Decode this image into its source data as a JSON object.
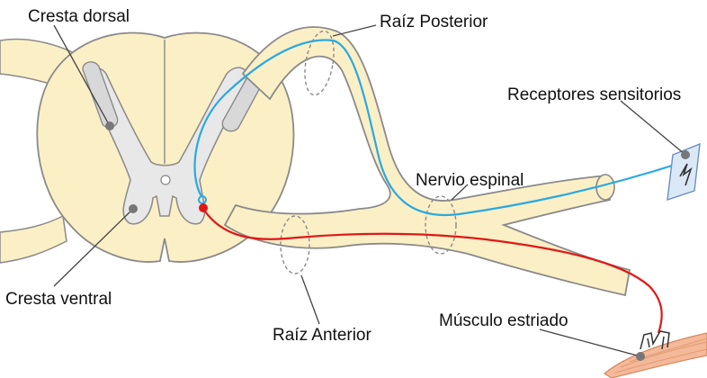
{
  "labels": {
    "dorsal_crest": "Cresta dorsal",
    "ventral_crest": "Cresta ventral",
    "posterior_root": "Raíz Posterior",
    "anterior_root": "Raíz Anterior",
    "spinal_nerve": "Nervio espinal",
    "sensory_receptors": "Receptores sensitorios",
    "striated_muscle": "Músculo estriado"
  },
  "colors": {
    "cord_fill": "#fbefc6",
    "outline": "#8a8a8a",
    "gray_matter": "#e8e8e8",
    "sensory_fiber": "#29a9e0",
    "motor_fiber": "#e01818",
    "muscle": "#f3b998"
  }
}
